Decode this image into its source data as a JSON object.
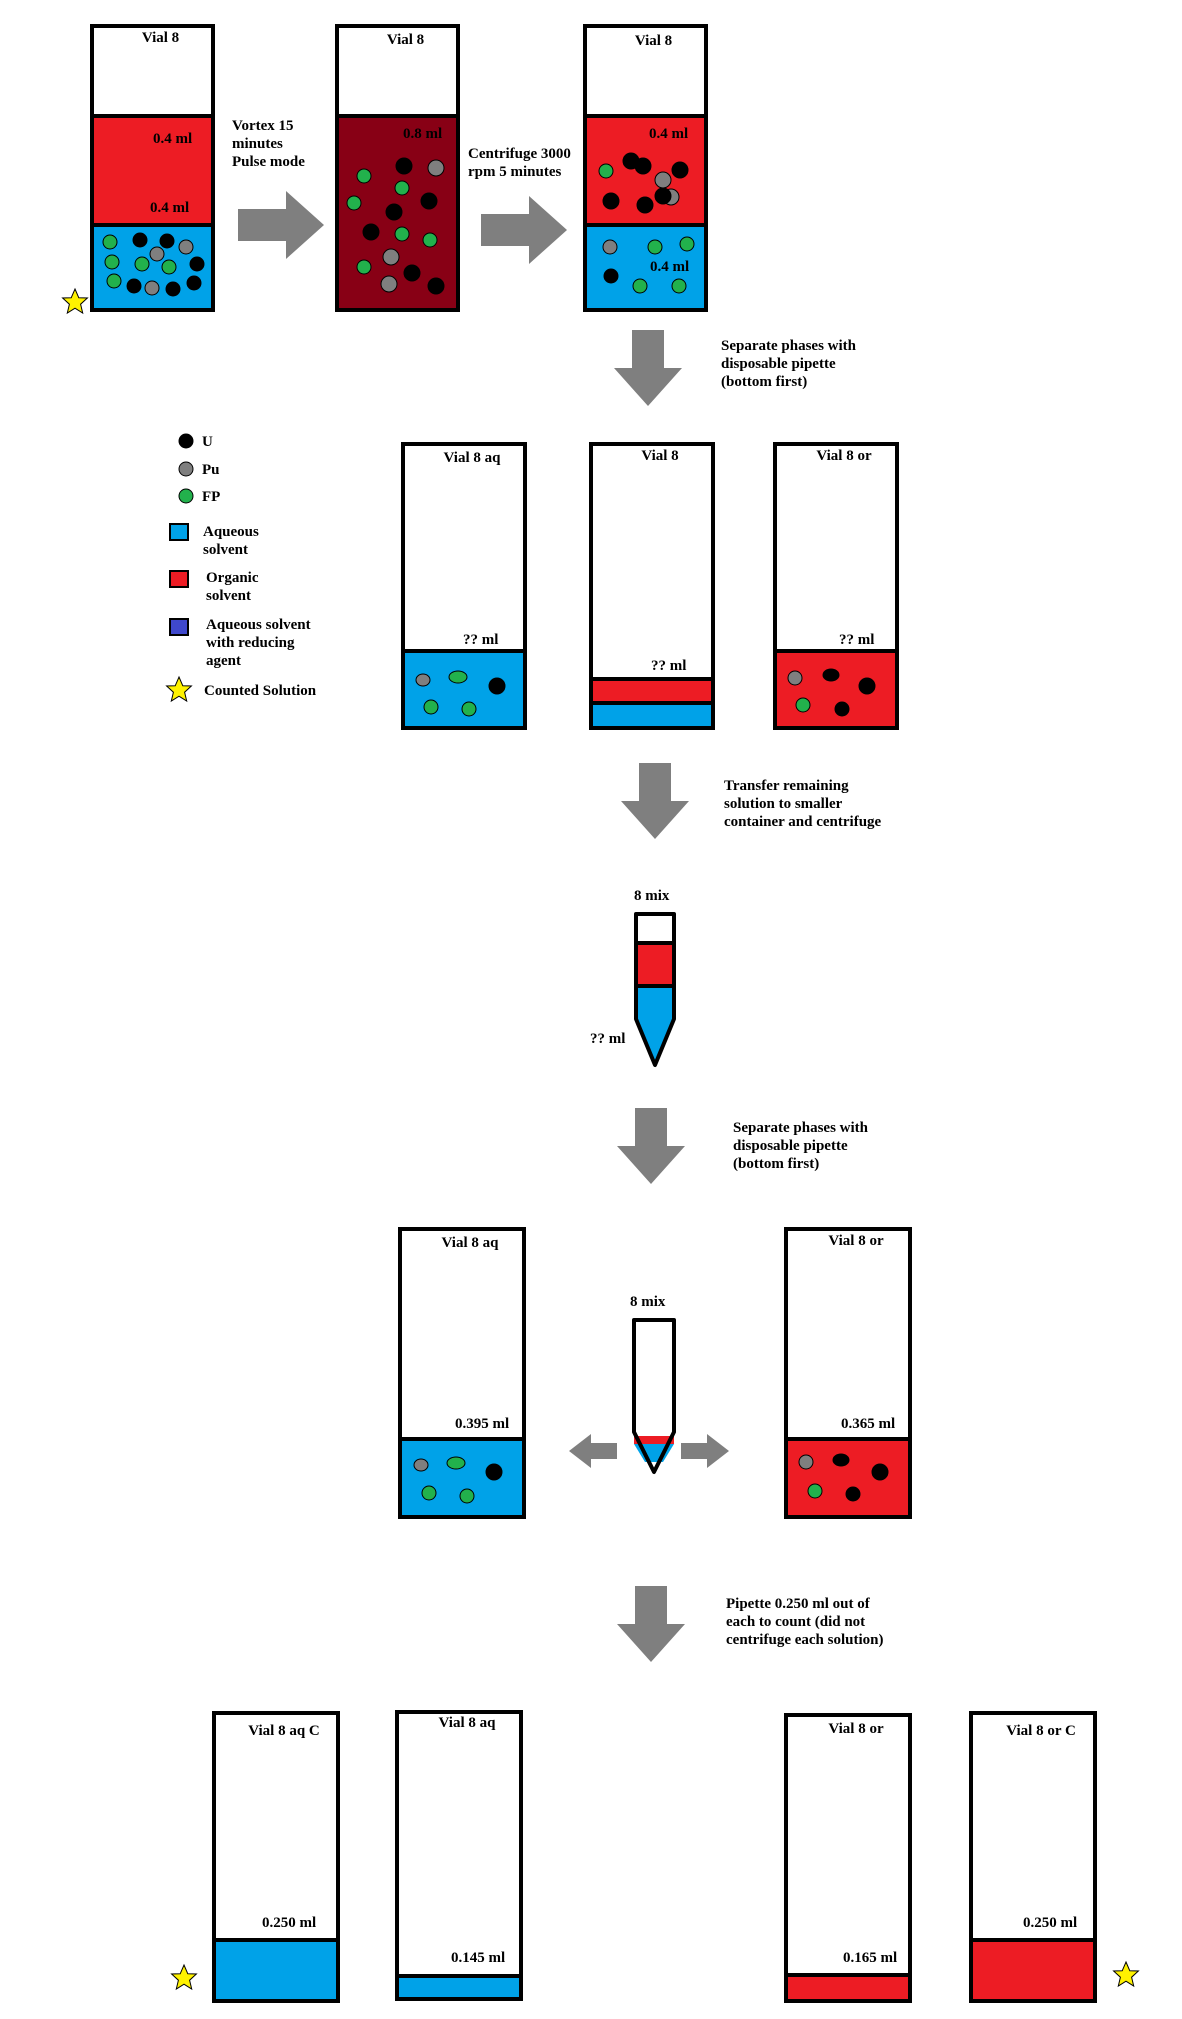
{
  "colors": {
    "aqueous": "#00A2E8",
    "organic": "#ED1C24",
    "mixed": "#880015",
    "reducing": "#3F48CC",
    "uranium": "#000000",
    "plutonium": "#7F7F7F",
    "fission_products": "#22B14C",
    "arrow": "#7F7F7F",
    "star": "#FFF200",
    "outline": "#000000"
  },
  "row1": {
    "vial_a": {
      "label": "Vial 8",
      "upper_volume": "0.4 ml",
      "lower_volume": "0.4 ml"
    },
    "step1": [
      "Vortex 15",
      "minutes",
      "Pulse mode"
    ],
    "vial_b": {
      "label": "Vial 8",
      "volume": "0.8 ml"
    },
    "step2": [
      "Centrifuge 3000",
      "rpm 5 minutes"
    ],
    "vial_c": {
      "label": "Vial 8",
      "upper_volume": "0.4 ml",
      "lower_volume": "0.4 ml"
    }
  },
  "step3": [
    "Separate phases with",
    "disposable pipette",
    "(bottom first)"
  ],
  "legend": {
    "u": "U",
    "pu": "Pu",
    "fp": "FP",
    "aqueous": [
      "Aqueous",
      "solvent"
    ],
    "organic": [
      "Organic",
      "solvent"
    ],
    "reducing": [
      "Aqueous solvent",
      "with reducing",
      "agent"
    ],
    "counted": "Counted Solution"
  },
  "row2": {
    "aq": {
      "label": "Vial 8 aq",
      "volume": "?? ml"
    },
    "mid": {
      "label": "Vial 8",
      "volume": "?? ml"
    },
    "or": {
      "label": "Vial 8 or",
      "volume": "?? ml"
    }
  },
  "step4": [
    "Transfer remaining",
    "solution to smaller",
    "container and centrifuge"
  ],
  "mix1": {
    "label": "8 mix",
    "volume": "?? ml"
  },
  "step5": [
    "Separate phases with",
    "disposable pipette",
    "(bottom first)"
  ],
  "row3": {
    "aq": {
      "label": "Vial 8 aq",
      "volume": "0.395 ml"
    },
    "mix": {
      "label": "8 mix"
    },
    "or": {
      "label": "Vial 8 or",
      "volume": "0.365 ml"
    }
  },
  "step6": [
    "Pipette 0.250 ml out of",
    "each to count (did not",
    "centrifuge each solution)"
  ],
  "row4": {
    "aq_c": {
      "label": "Vial 8 aq C",
      "volume": "0.250 ml"
    },
    "aq": {
      "label": "Vial 8 aq",
      "volume": "0.145 ml"
    },
    "or": {
      "label": "Vial 8 or",
      "volume": "0.165 ml"
    },
    "or_c": {
      "label": "Vial 8 or C",
      "volume": "0.250 ml"
    }
  }
}
